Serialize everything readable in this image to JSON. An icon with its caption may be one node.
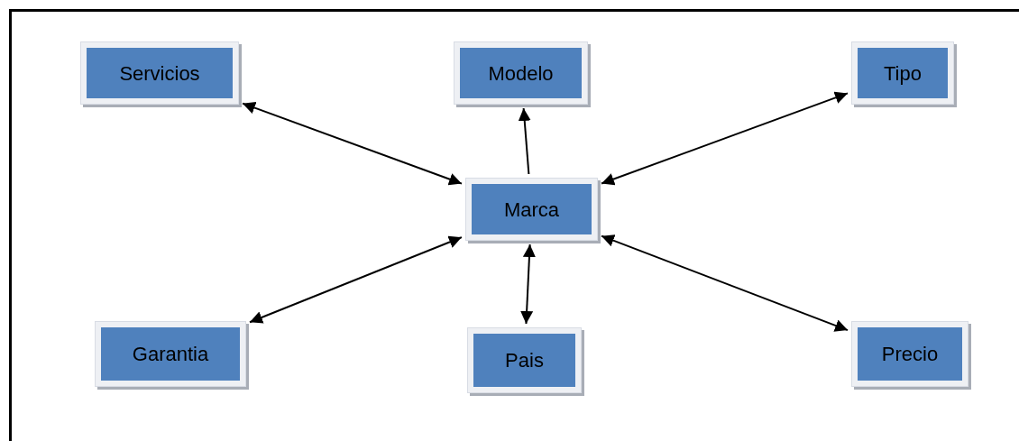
{
  "diagram": {
    "nodes": [
      {
        "text": [
          "Servicios"
        ]
      },
      {
        "text": [
          "Modelo"
        ]
      },
      {
        "text": [
          "Tipo"
        ]
      },
      {
        "text": [
          "Marca"
        ]
      },
      {
        "text": [
          "Garantia"
        ]
      },
      {
        "text": [
          "Pais"
        ]
      },
      {
        "text": [
          "Precio"
        ]
      }
    ],
    "edges": [
      {
        "from": 3,
        "to": 0,
        "arrow": "both"
      },
      {
        "from": 3,
        "to": 1,
        "arrow": "to"
      },
      {
        "from": 3,
        "to": 2,
        "arrow": "both"
      },
      {
        "from": 3,
        "to": 4,
        "arrow": "both"
      },
      {
        "from": 3,
        "to": 5,
        "arrow": "both"
      },
      {
        "from": 3,
        "to": 6,
        "arrow": "both"
      }
    ]
  }
}
